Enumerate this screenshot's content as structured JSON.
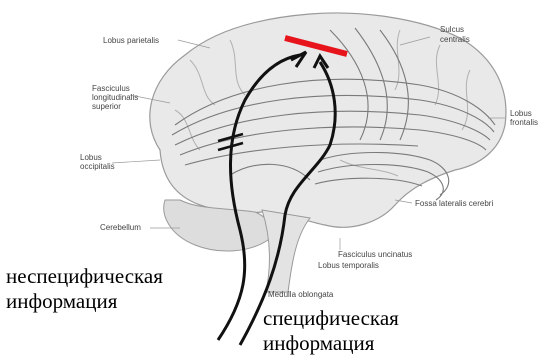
{
  "labels": {
    "lobus_parietalis": "Lobus parietalis",
    "sulcus": "Sulcus",
    "centralis": "centralis",
    "fasc_long_1": "Fasciculus",
    "fasc_long_2": "longitudinalis",
    "fasc_long_3": "superior",
    "lobus_frontalis_1": "Lobus",
    "lobus_frontalis_2": "frontalis",
    "lobus_occipitalis_1": "Lobus",
    "lobus_occipitalis_2": "occipitalis",
    "fossa": "Fossa lateralis cerebri",
    "cerebellum": "Cerebellum",
    "fasc_uncinatus": "Fasciculus uncinatus",
    "lobus_temporalis": "Lobus temporalis",
    "medulla": "Medulla oblongata"
  },
  "captions": {
    "nonspecific_line1": "неспецифическая",
    "nonspecific_line2": "информация",
    "specific_line1": "специфическая",
    "specific_line2": "информация"
  },
  "colors": {
    "cortex_marker": "#e8141c",
    "pathway": "#111111",
    "brain_fill": "#e9e9e9",
    "fiber": "#7a7a7a"
  }
}
